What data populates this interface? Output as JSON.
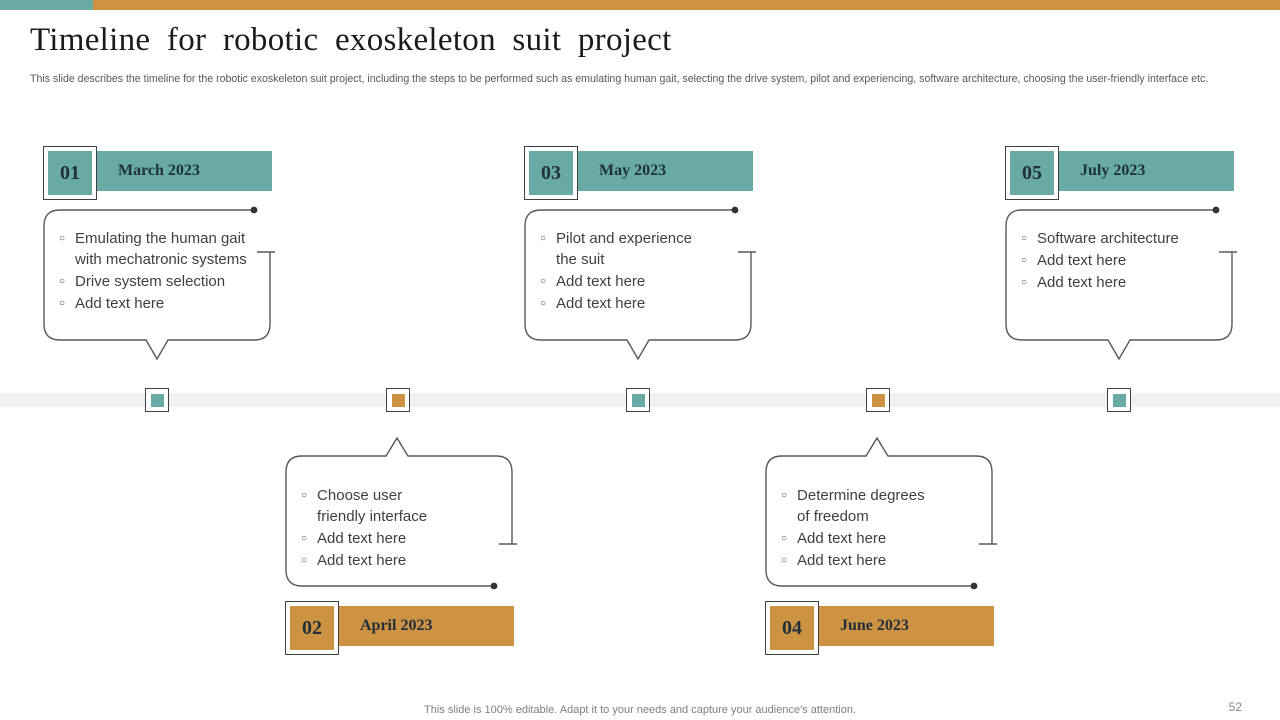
{
  "slide": {
    "title": "Timeline for robotic exoskeleton suit project",
    "description": "This slide describes the timeline for the robotic exoskeleton suit project, including the steps to be performed such as emulating human gait, selecting the drive system, pilot and experiencing, software architecture, choosing the user-friendly interface etc.",
    "footer": "This slide is 100% editable. Adapt it to your needs and capture your audience's attention.",
    "page_number": "52"
  },
  "glyphs": {
    "bullet": "○"
  },
  "colors": {
    "teal": "#67aba4",
    "orange": "#cd9242",
    "timeline_band": "#f1f1f1",
    "dark_text": "#22303c",
    "callout_outline": "#595959",
    "body_text": "#3f3f3f"
  },
  "milestones": [
    {
      "number": "01",
      "date": "March 2023",
      "theme": "teal",
      "side": "top",
      "items": [
        "Emulating the human gait with mechatronic systems",
        "Drive system selection",
        "Add text here"
      ]
    },
    {
      "number": "02",
      "date": "April 2023",
      "theme": "orange",
      "side": "bottom",
      "items": [
        "Choose user friendly interface",
        "Add text here",
        "Add text here"
      ]
    },
    {
      "number": "03",
      "date": "May 2023",
      "theme": "teal",
      "side": "top",
      "items": [
        "Pilot and experience the suit",
        "Add text here",
        "Add text here"
      ]
    },
    {
      "number": "04",
      "date": "June 2023",
      "theme": "orange",
      "side": "bottom",
      "items": [
        "Determine degrees of freedom",
        "Add text here",
        "Add text here"
      ]
    },
    {
      "number": "05",
      "date": "July 2023",
      "theme": "teal",
      "side": "top",
      "items": [
        "Software architecture",
        "Add text here",
        "Add text here"
      ]
    }
  ]
}
